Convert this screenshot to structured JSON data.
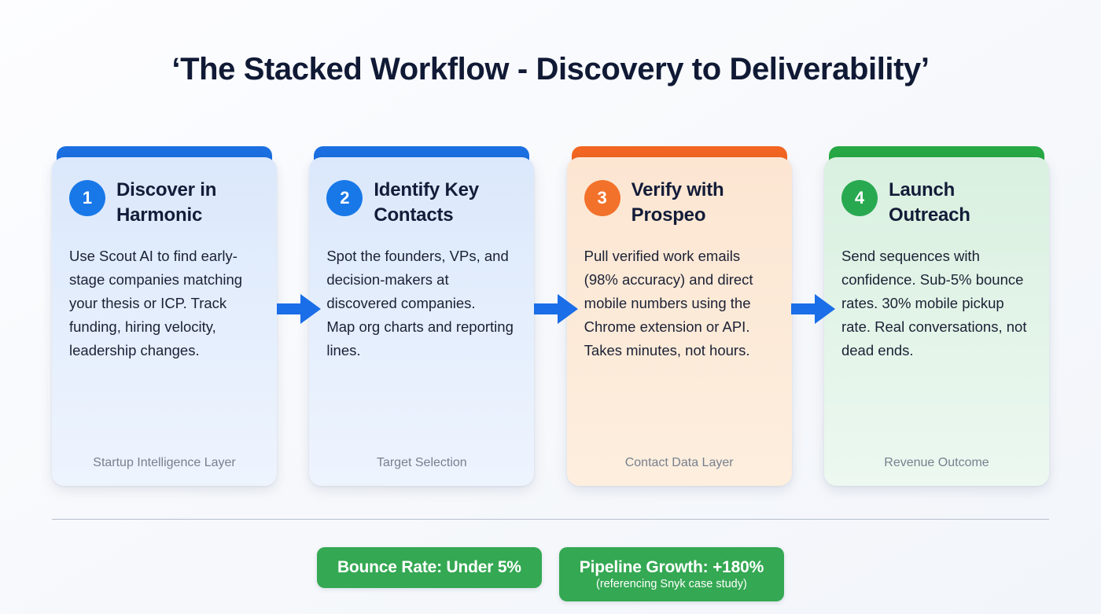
{
  "title": "‘The Stacked Workflow - Discovery to Deliverability’",
  "colors": {
    "page_bg": "#f7f9fc",
    "title_text": "#101a35",
    "blue_accent": "#1c6fe0",
    "blue_badge": "#1878e8",
    "orange_accent": "#f26522",
    "orange_badge": "#f2722b",
    "green_accent": "#27a844",
    "green_badge": "#28a950",
    "arrow_blue": "#1a6ee8",
    "divider": "#b8bfcc",
    "footer_text": "#77808f",
    "metric_green": "#34a853"
  },
  "steps": [
    {
      "number": "1",
      "title": "Discover in Harmonic",
      "body": "Use Scout AI to find early-stage companies matching your thesis or ICP. Track funding, hiring velocity, leadership changes.",
      "footer": "Startup Intelligence Layer",
      "accent": "#1c6fe0",
      "badge_color": "#1878e8",
      "bg_top": "#dbe8fb",
      "bg_bottom": "#eef4fe"
    },
    {
      "number": "2",
      "title": "Identify Key Contacts",
      "body": "Spot the founders, VPs, and decision-makers at discovered companies.\nMap org charts and reporting lines.",
      "footer": "Target Selection",
      "accent": "#1c6fe0",
      "badge_color": "#1878e8",
      "bg_top": "#dbe8fb",
      "bg_bottom": "#eef4fe"
    },
    {
      "number": "3",
      "title": "Verify with Prospeo",
      "body": "Pull verified work emails (98% accuracy) and direct mobile numbers using the Chrome extension or API. Takes minutes, not hours.",
      "footer": "Contact Data Layer",
      "accent": "#f26522",
      "badge_color": "#f2722b",
      "bg_top": "#fce6d2",
      "bg_bottom": "#fdeede"
    },
    {
      "number": "4",
      "title": "Launch Outreach",
      "body": "Send sequences with confidence. Sub-5% bounce rates. 30% mobile pickup rate. Real conversations, not dead ends.",
      "footer": "Revenue Outcome",
      "accent": "#27a844",
      "badge_color": "#28a950",
      "bg_top": "#d9f0e0",
      "bg_bottom": "#ecf8f0"
    }
  ],
  "arrows": [
    {
      "name": "arrow-step-1-to-2"
    },
    {
      "name": "arrow-step-2-to-3"
    },
    {
      "name": "arrow-step-3-to-4"
    }
  ],
  "metrics": [
    {
      "label": "Bounce Rate: Under 5%",
      "sub": "",
      "color": "#34a853"
    },
    {
      "label": "Pipeline Growth: +180%",
      "sub": "(referencing Snyk case study)",
      "color": "#34a853"
    }
  ]
}
